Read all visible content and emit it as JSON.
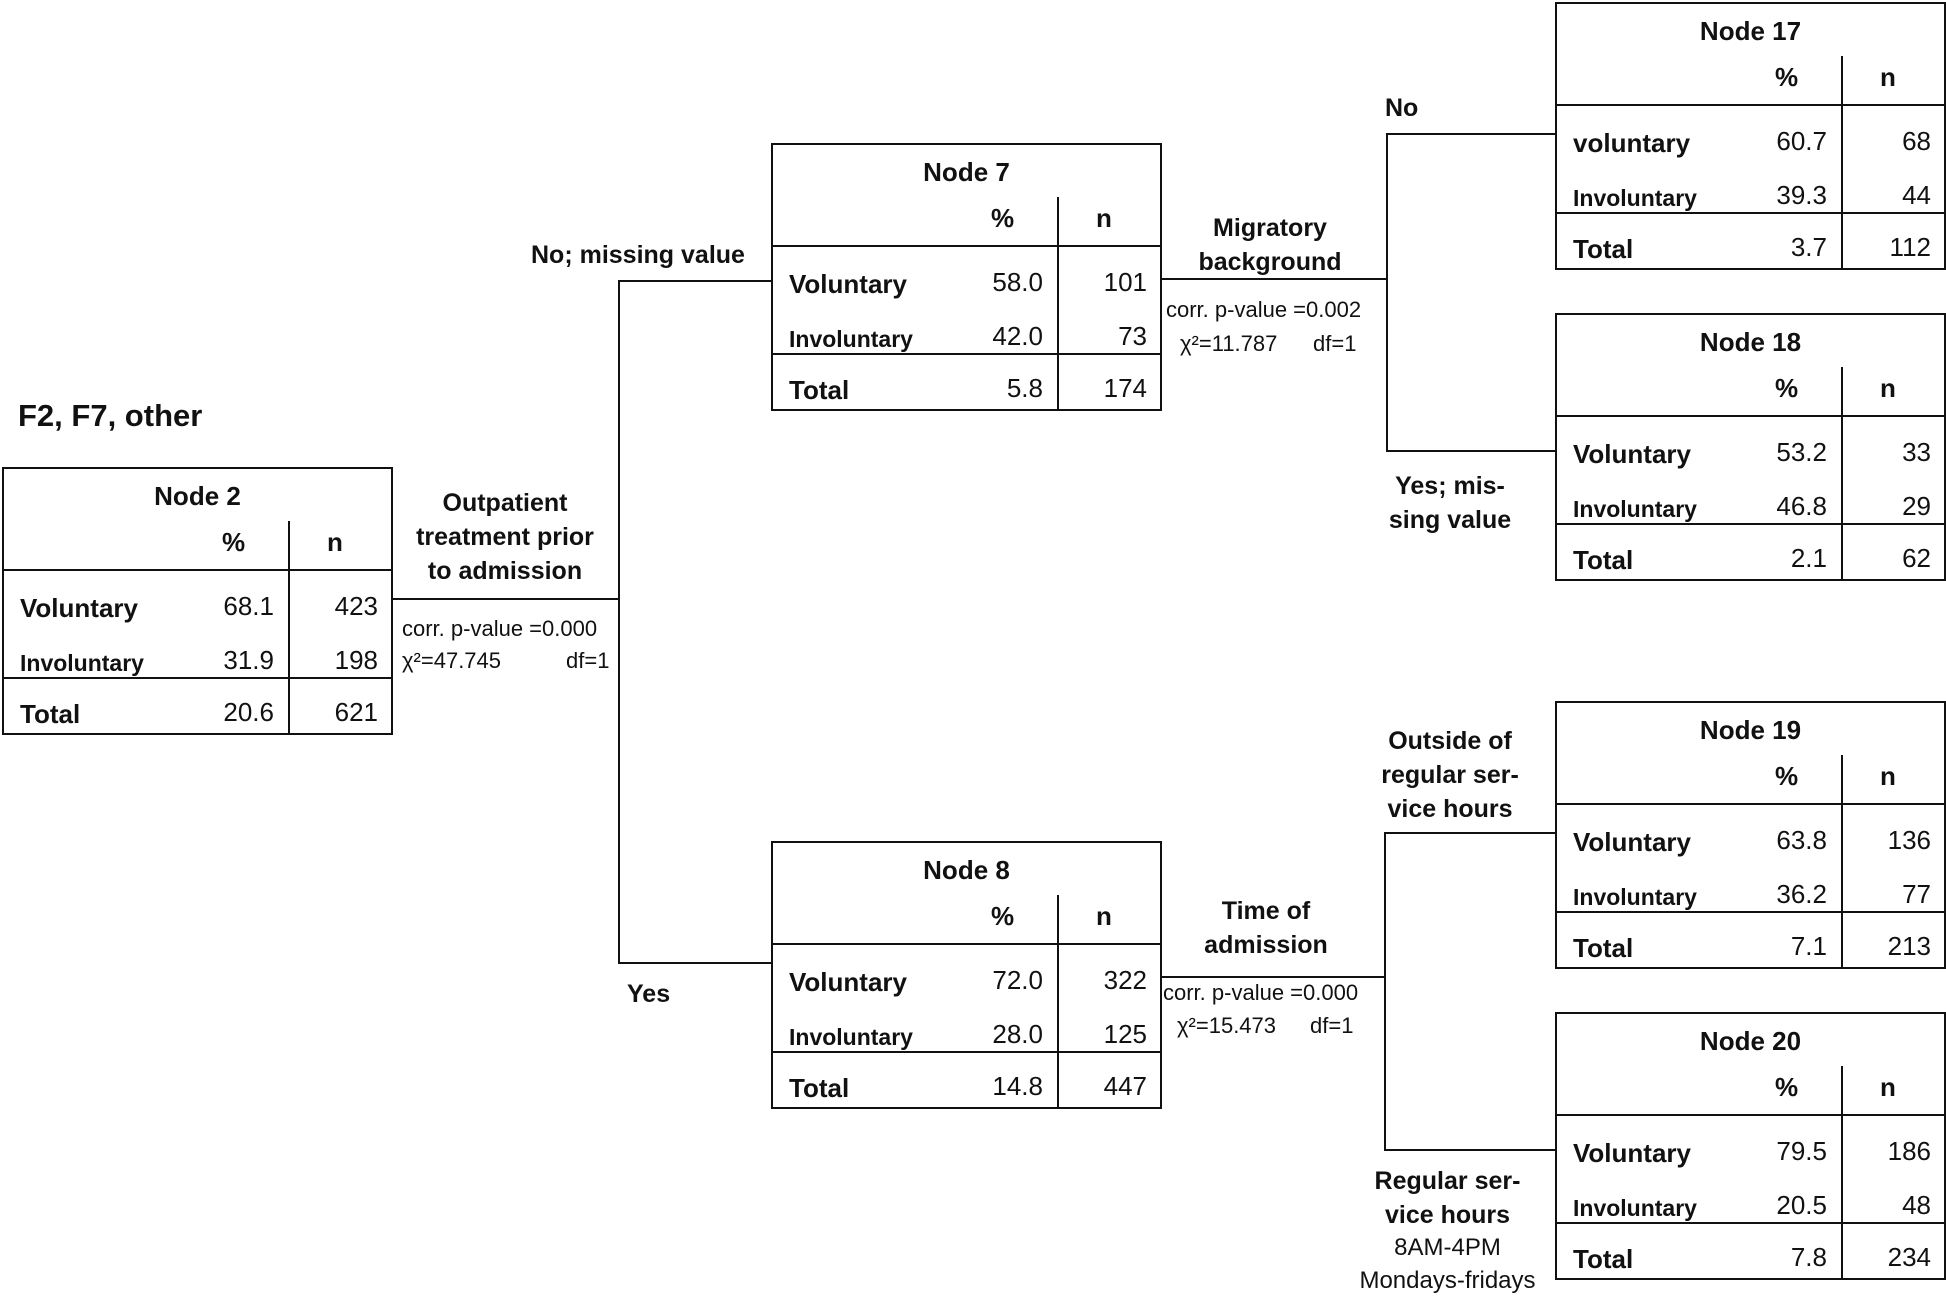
{
  "heading": "F2, F7, other",
  "column_headers": {
    "percent": "%",
    "n": "n"
  },
  "nodes": [
    {
      "title": "Node 2",
      "rows": [
        {
          "label": "Voluntary",
          "pct": "68.1",
          "n": "423"
        },
        {
          "label": "Involuntary",
          "pct": "31.9",
          "n": "198"
        },
        {
          "label": "Total",
          "pct": "20.6",
          "n": "621"
        }
      ]
    },
    {
      "title": "Node 7",
      "rows": [
        {
          "label": "Voluntary",
          "pct": "58.0",
          "n": "101"
        },
        {
          "label": "Involuntary",
          "pct": "42.0",
          "n": "73"
        },
        {
          "label": "Total",
          "pct": "5.8",
          "n": "174"
        }
      ]
    },
    {
      "title": "Node 8",
      "rows": [
        {
          "label": "Voluntary",
          "pct": "72.0",
          "n": "322"
        },
        {
          "label": "Involuntary",
          "pct": "28.0",
          "n": "125"
        },
        {
          "label": "Total",
          "pct": "14.8",
          "n": "447"
        }
      ]
    },
    {
      "title": "Node 17",
      "rows": [
        {
          "label": "voluntary",
          "pct": "60.7",
          "n": "68"
        },
        {
          "label": "Involuntary",
          "pct": "39.3",
          "n": "44"
        },
        {
          "label": "Total",
          "pct": "3.7",
          "n": "112"
        }
      ]
    },
    {
      "title": "Node 18",
      "rows": [
        {
          "label": "Voluntary",
          "pct": "53.2",
          "n": "33"
        },
        {
          "label": "Involuntary",
          "pct": "46.8",
          "n": "29"
        },
        {
          "label": "Total",
          "pct": "2.1",
          "n": "62"
        }
      ]
    },
    {
      "title": "Node 19",
      "rows": [
        {
          "label": "Voluntary",
          "pct": "63.8",
          "n": "136"
        },
        {
          "label": "Involuntary",
          "pct": "36.2",
          "n": "77"
        },
        {
          "label": "Total",
          "pct": "7.1",
          "n": "213"
        }
      ]
    },
    {
      "title": "Node 20",
      "rows": [
        {
          "label": "Voluntary",
          "pct": "79.5",
          "n": "186"
        },
        {
          "label": "Involuntary",
          "pct": "20.5",
          "n": "48"
        },
        {
          "label": "Total",
          "pct": "7.8",
          "n": "234"
        }
      ]
    }
  ],
  "splits": {
    "outpatient": {
      "variable": [
        "Outpatient",
        "treatment prior",
        "to admission"
      ],
      "p_value": "corr. p-value =0.000",
      "chi2": "χ²=47.745",
      "df": "df=1",
      "branch_top": "No; missing value",
      "branch_bottom": "Yes"
    },
    "migratory": {
      "variable": [
        "Migratory",
        "background"
      ],
      "p_value": "corr. p-value =0.002",
      "chi2": "χ²=11.787",
      "df": "df=1",
      "branch_top": "No",
      "branch_bottom": [
        "Yes; mis-",
        "sing value"
      ]
    },
    "time": {
      "variable": [
        "Time of",
        "admission"
      ],
      "p_value": "corr. p-value =0.000",
      "chi2": "χ²=15.473",
      "df": "df=1",
      "branch_top": [
        "Outside of",
        "regular ser-",
        "vice hours"
      ],
      "branch_bottom": [
        "Regular ser-",
        "vice hours"
      ],
      "branch_bottom_note": [
        "8AM-4PM",
        "Mondays-fridays"
      ]
    }
  }
}
